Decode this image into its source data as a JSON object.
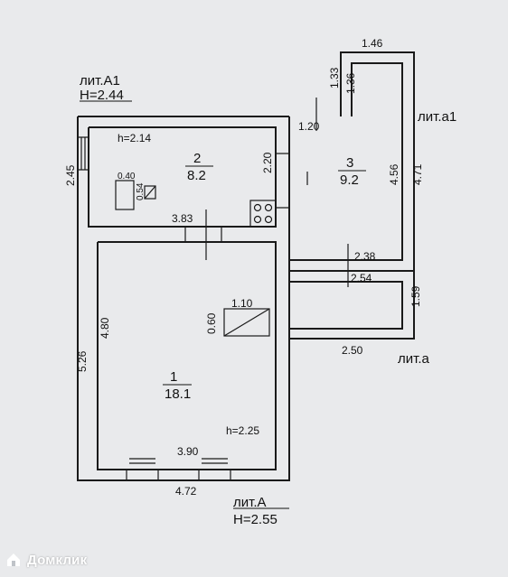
{
  "labels": {
    "lit_a1": "лит.А1",
    "h_a1": "H=2.44",
    "lit_a1_small": "лит.а1",
    "lit_a_small": "лит.а",
    "lit_a": "лит.А",
    "h_a": "H=2.55"
  },
  "rooms": {
    "r1_num": "1",
    "r1_area": "18.1",
    "r1_h": "h=2.25",
    "r2_num": "2",
    "r2_area": "8.2",
    "r2_h": "h=2.14",
    "r3_num": "3",
    "r3_area": "9.2"
  },
  "dims": {
    "d146": "1.46",
    "d133": "1.33",
    "d136": "1.36",
    "d120": "1.20",
    "d220": "2.20",
    "d456": "4.56",
    "d471": "4.71",
    "d245": "2.45",
    "d040": "0.40",
    "d054": "0.54",
    "d383": "3.83",
    "d238": "2.38",
    "d254": "2.54",
    "d159": "1.59",
    "d110": "1.10",
    "d060": "0.60",
    "d480": "4.80",
    "d526": "5.26",
    "d250": "2.50",
    "d390": "3.90",
    "d472": "4.72"
  },
  "watermark": {
    "text": "Домклик"
  }
}
